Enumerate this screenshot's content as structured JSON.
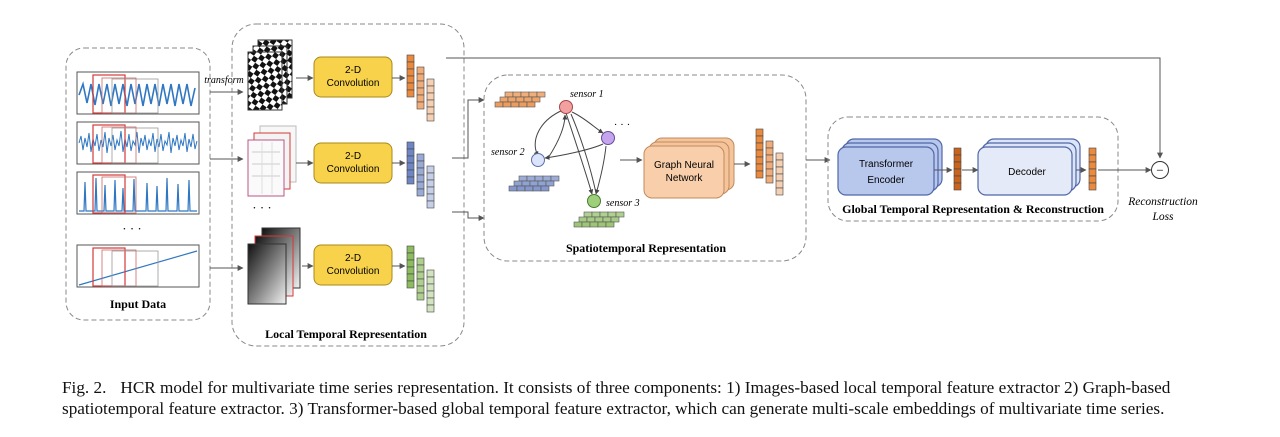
{
  "figure": {
    "input_label": "Input Data",
    "transform_label": "transform",
    "input_ellipsis": "· · ·",
    "local_ellipsis": "· · ·",
    "sensor_ellipsis": "· · ·",
    "conv_line1": "2-D",
    "conv_line2": "Convolution",
    "local_label": "Local Temporal Representation",
    "sensor1": "sensor 1",
    "sensor2": "sensor 2",
    "sensor3": "sensor 3",
    "gnn_line1": "Graph Neural",
    "gnn_line2": "Network",
    "spatio_label": "Spatiotemporal Representation",
    "encoder_line1": "Transformer",
    "encoder_line2": "Encoder",
    "decoder_label": "Decoder",
    "global_label": "Global Temporal Representation & Reconstruction",
    "minus_symbol": "−",
    "recon_line1": "Reconstruction",
    "recon_line2": "Loss"
  },
  "caption": {
    "tag": "Fig. 2.",
    "line1": "HCR model for multivariate time series representation. It consists of three components: 1) Images-based local temporal feature extractor 2) Graph-based",
    "line2": "spatiotemporal feature extractor. 3) Transformer-based global temporal feature extractor, which can generate multi-scale embeddings of multivariate time series."
  },
  "colors": {
    "orange": "#e98a3f",
    "blue": "#6f86c4",
    "green": "#8dbb5f",
    "conv_yellow": "#f7d24a",
    "gnn_peach": "#f6c49b",
    "transformer_blue": "#b8c7ec",
    "series_blue": "#2f77c2",
    "window_red": "#d23a3a"
  }
}
